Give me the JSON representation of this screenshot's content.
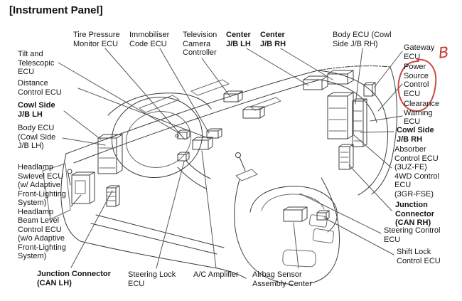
{
  "title": "[Instrument Panel]",
  "annotation": {
    "mark": "B",
    "color": "#c9352f",
    "circled_label": "Power Source Control ECU"
  },
  "labels": {
    "tilt": "Tilt and\nTelescopic\nECU",
    "distance": "Distance\nControl ECU",
    "cowl_side_lh": "Cowl Side\nJ/B LH",
    "body_ecu_lh": "Body ECU\n(Cowl Side\nJ/B LH)",
    "headlamp": "Headlamp\nSwievel ECU\n(w/ Adaptive\nFront-Lighting\nSystem)\nHeadlamp\nBeam Level\nControl ECU\n(w/o Adaptive\nFront-Lighting\nSystem)",
    "junction_lh": "Junction Connector\n(CAN LH)",
    "tire_pressure": "Tire Pressure\nMonitor ECU",
    "immobiliser": "Immobiliser\nCode ECU",
    "television": "Television\nCamera\nController",
    "center_jb_lh": "Center\nJ/B LH",
    "center_jb_rh": "Center\nJ/B RH",
    "body_ecu_rh": "Body ECU (Cowl\nSide J/B RH)",
    "gateway": "Gateway\nECU",
    "power_source": "Power\nSource\nControl\nECU",
    "clearance": "Clearance\nWarning\nECU",
    "cowl_side_rh": "Cowl Side\nJ/B RH",
    "absorber_4wd": "Absorber\nControl ECU\n(3UZ-FE)\n4WD Control\nECU\n(3GR-FSE)",
    "junction_rh": "Junction\nConnector\n(CAN RH)",
    "steering_control": "Steering Control\nECU",
    "shift_lock": "Shift Lock\nControl ECU",
    "steering_lock": "Steering Lock\nECU",
    "ac_amplifier": "A/C Amplifier",
    "airbag": "Airbag Sensor\nAssembly Center"
  }
}
